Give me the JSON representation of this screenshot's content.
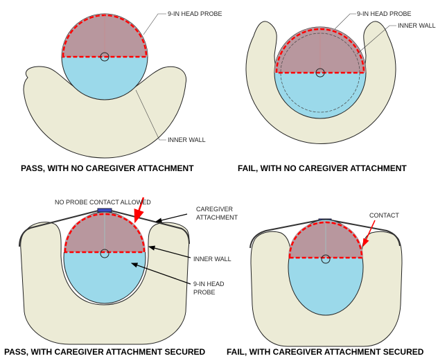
{
  "colors": {
    "body": "#ecebd6",
    "probe_lower": "#9bd9ea",
    "probe_upper": "#b8979e",
    "dash": "#ff0000",
    "strap_clip": "#3b4bc8"
  },
  "panels": [
    {
      "caption": "PASS, WITH NO CAREGIVER ATTACHMENT",
      "labels": {
        "probe": "9-IN HEAD PROBE",
        "wall": "INNER WALL"
      }
    },
    {
      "caption": "FAIL, WITH NO CAREGIVER ATTACHMENT",
      "labels": {
        "probe": "9-IN HEAD PROBE",
        "wall": "INNER WALL"
      }
    },
    {
      "caption": "PASS, WITH CAREGIVER ATTACHMENT SECURED",
      "labels": {
        "no_contact": "NO PROBE CONTACT ALLOWED",
        "attach_1": "CAREGIVER",
        "attach_2": "ATTACHMENT",
        "wall": "INNER WALL",
        "probe_1": "9-IN HEAD",
        "probe_2": "PROBE"
      }
    },
    {
      "caption": "FAIL, WITH CAREGIVER ATTACHMENT SECURED",
      "labels": {
        "contact": "CONTACT"
      }
    }
  ]
}
